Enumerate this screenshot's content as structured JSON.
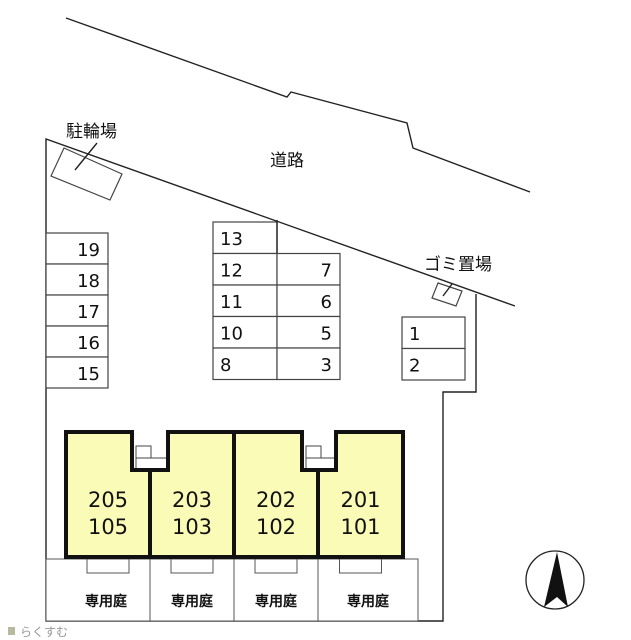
{
  "labels": {
    "road": "道路",
    "bicycle_parking": "駐輪場",
    "garbage": "ゴミ置場",
    "watermark": "らくすむ"
  },
  "parking_left": [
    "19",
    "18",
    "17",
    "16",
    "15"
  ],
  "parking_middle_left": [
    "13",
    "12",
    "11",
    "10",
    "8"
  ],
  "parking_middle_right": [
    "7",
    "6",
    "5",
    "3"
  ],
  "parking_right": [
    "1",
    "2"
  ],
  "units": [
    {
      "upper": "205",
      "lower": "105",
      "yard": "専用庭"
    },
    {
      "upper": "203",
      "lower": "103",
      "yard": "専用庭"
    },
    {
      "upper": "202",
      "lower": "102",
      "yard": "専用庭"
    },
    {
      "upper": "201",
      "lower": "101",
      "yard": "専用庭"
    }
  ],
  "colors": {
    "unit_fill": "#fbfbb8",
    "line": "#222222"
  },
  "compass": "north-arrow-icon"
}
